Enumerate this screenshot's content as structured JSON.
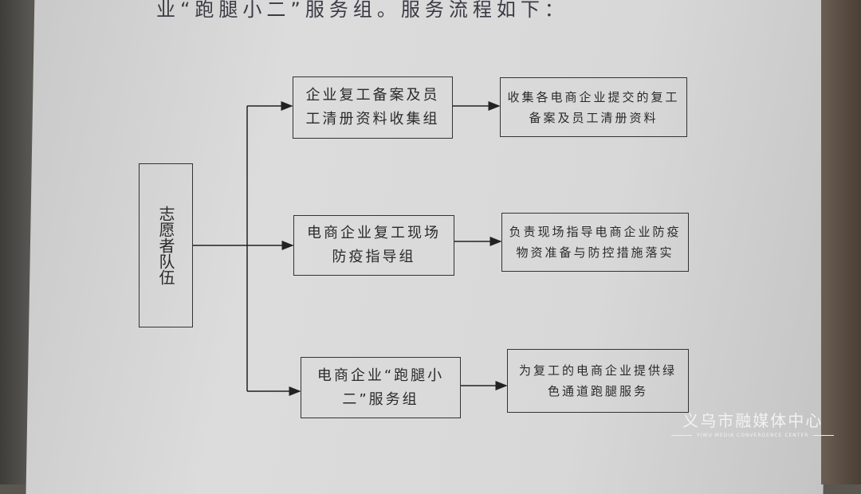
{
  "intro_text": "业“跑腿小二”服务组。服务流程如下：",
  "flowchart": {
    "root": "志愿者队伍",
    "groups": [
      {
        "name": "企业复工备案及员工清册资料收集组",
        "duty": "收集各电商企业提交的复工备案及员工清册资料"
      },
      {
        "name": "电商企业复工现场防疫指导组",
        "duty": "负责现场指导电商企业防疫物资准备与防控措施落实"
      },
      {
        "name": "电商企业“跑腿小二”服务组",
        "duty": "为复工的电商企业提供绿色通道跑腿服务"
      }
    ]
  },
  "watermark": {
    "cn": "义乌市融媒体中心",
    "en": "YIWU MEDIA CONVERGENCE CENTER"
  }
}
